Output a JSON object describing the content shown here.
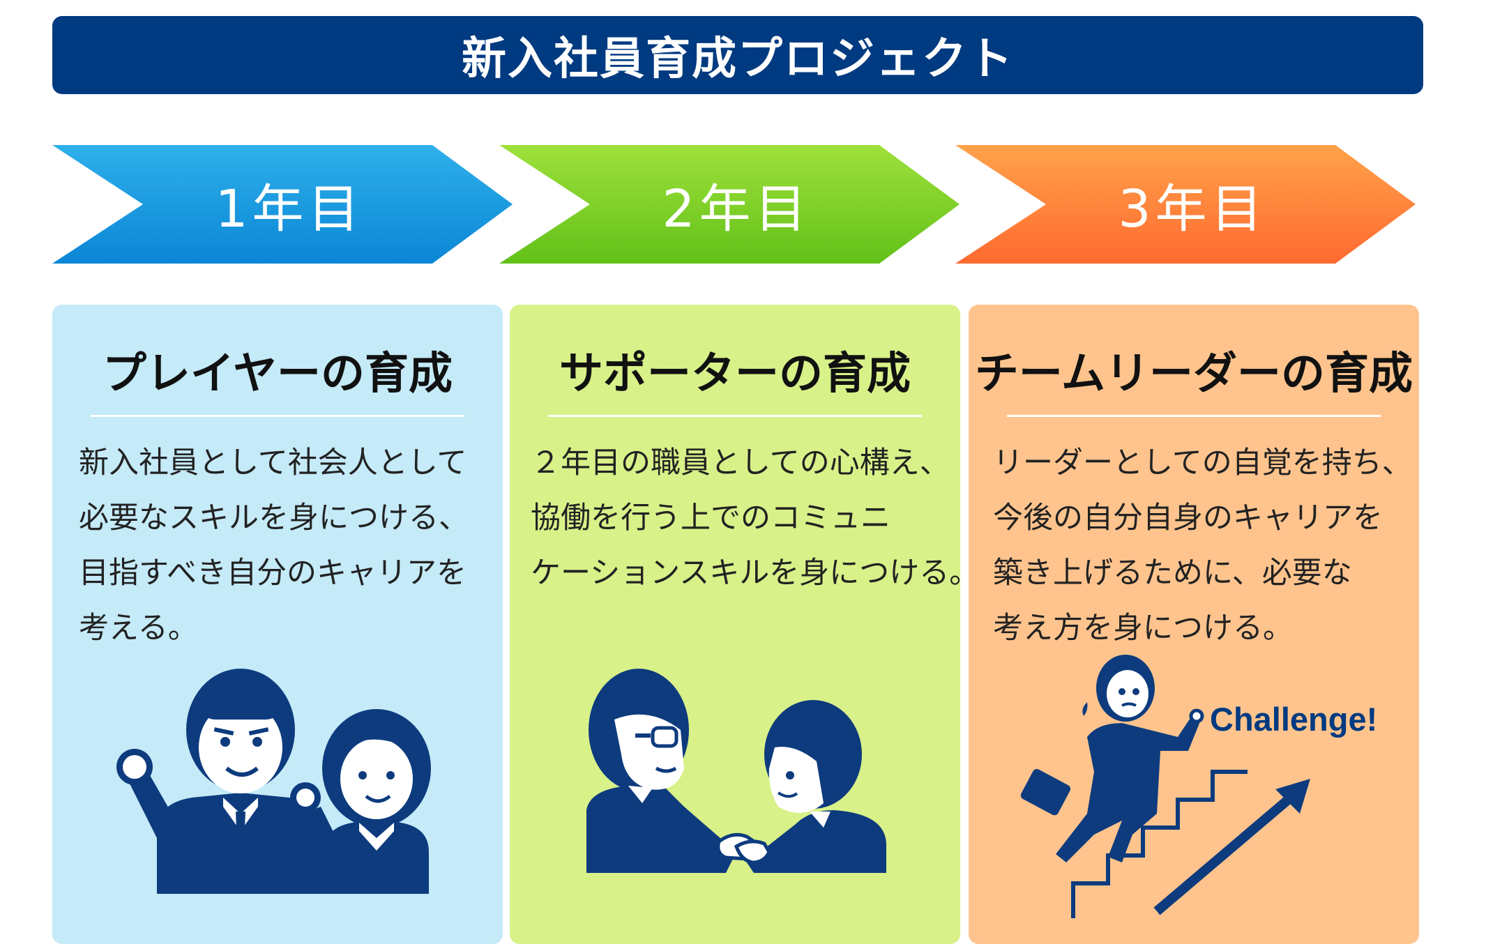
{
  "title": "新入社員育成プロジェクト",
  "colors": {
    "banner": "#003a80",
    "stage1": "#1a9be0",
    "stage2": "#7fd323",
    "stage3": "#ff7a30",
    "card1": "#c5eaf8",
    "card2": "#d8f189",
    "card3": "#ffc48d",
    "figure": "#0d3b7e"
  },
  "stages": [
    {
      "label": "1年目"
    },
    {
      "label": "2年目"
    },
    {
      "label": "3年目"
    }
  ],
  "cards": [
    {
      "title": "プレイヤーの育成",
      "lines": [
        "新入社員として社会人として",
        "必要なスキルを身につける、",
        "目指すべき自分のキャリアを",
        "考える。"
      ],
      "illustration": "two-employees-fist-pump"
    },
    {
      "title": "サポーターの育成",
      "lines": [
        "２年目の職員としての心構え、",
        "協働を行う上でのコミュニ",
        "ケーションスキルを身につける。"
      ],
      "illustration": "handshake"
    },
    {
      "title": "チームリーダーの育成",
      "lines": [
        "リーダーとしての自覚を持ち、",
        "今後の自分自身のキャリアを",
        "築き上げるために、必要な",
        "考え方を身につける。"
      ],
      "illustration": "climbing-stairs",
      "challenge_text": "Challenge!"
    }
  ]
}
